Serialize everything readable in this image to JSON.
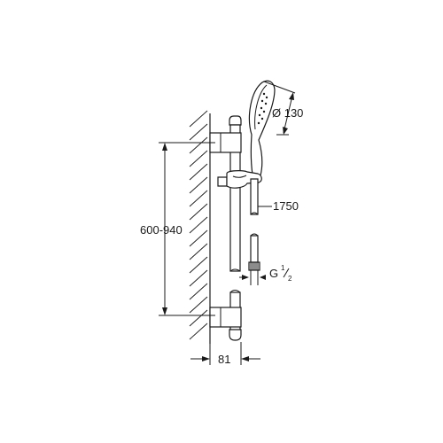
{
  "dimensions": {
    "height_range": "600-940",
    "wall_distance": "81",
    "hose_length": "1750",
    "handshower_diameter": "Ø 130",
    "thread_prefix": "G",
    "thread_num": "1",
    "thread_den": "2"
  }
}
